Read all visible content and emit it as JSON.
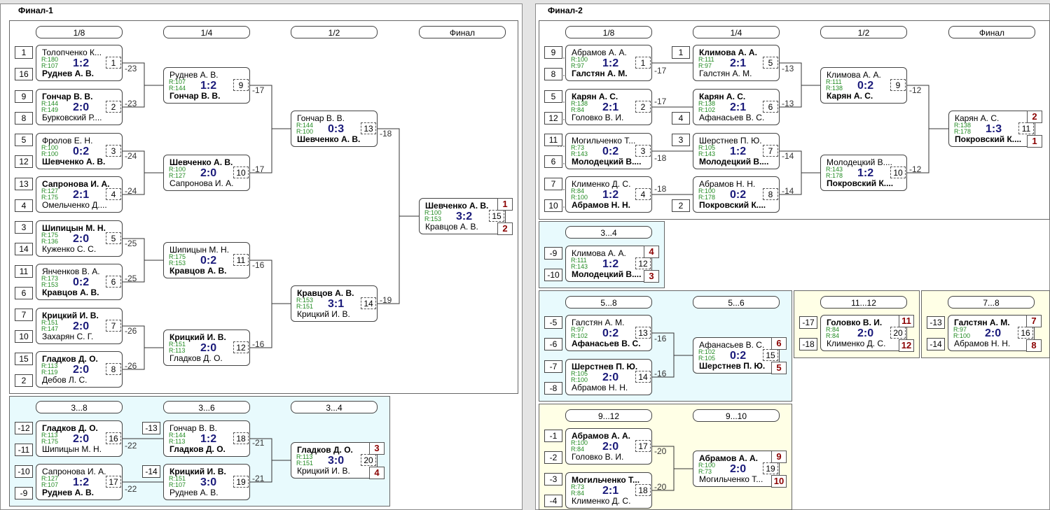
{
  "panels": {
    "left_title": "Финал-1",
    "right_title": "Финал-2"
  },
  "rounds": {
    "r8": "1/8",
    "r4": "1/4",
    "r2": "1/2",
    "final": "Финал",
    "s3_8": "3...8",
    "s3_6": "3...6",
    "s3_4": "3...4",
    "s5_8": "5...8",
    "s5_6": "5...6",
    "s11_12": "11...12",
    "s7_8": "7...8",
    "s9_12": "9...12",
    "s9_10": "9...10"
  },
  "seeds": {
    "l1": "1",
    "l2": "16",
    "l3": "9",
    "l4": "8",
    "l5": "5",
    "l6": "12",
    "l7": "13",
    "l8": "4",
    "l9": "3",
    "l10": "14",
    "l11": "11",
    "l12": "6",
    "l13": "7",
    "l14": "10",
    "l15": "15",
    "l16": "2",
    "lb1": "-12",
    "lb2": "-11",
    "lb3": "-10",
    "lb4": "-9",
    "lb5": "-13",
    "lb6": "-14",
    "r1": "9",
    "r2": "8",
    "r3": "5",
    "r4": "12",
    "r5": "11",
    "r6": "6",
    "r7": "7",
    "r8": "10",
    "rq1": "1",
    "rq2": "4",
    "rq3": "3",
    "rq4": "2",
    "rs1": "-9",
    "rs2": "-10",
    "rm1": "-5",
    "rm2": "-6",
    "rm3": "-7",
    "rm4": "-8",
    "ry1": "-17",
    "ry2": "-18",
    "ry3": "-13",
    "ry4": "-14",
    "rn1": "-1",
    "rn2": "-2",
    "rn3": "-3",
    "rn4": "-4"
  },
  "matches": {
    "m1": {
      "p1": "Толопченко К...",
      "p2": "Руднев А. В.",
      "r1": "R:180",
      "r2": "R:107",
      "score": "1:2",
      "no": "1"
    },
    "m2": {
      "p1": "Гончар В. В.",
      "p2": "Бурковский Р....",
      "r1": "R:144",
      "r2": "R:149",
      "score": "2:0",
      "no": "2"
    },
    "m3": {
      "p1": "Фролов Е. Н.",
      "p2": "Шевченко А. В.",
      "r1": "R:100",
      "r2": "R:100",
      "score": "0:2",
      "no": "3"
    },
    "m4": {
      "p1": "Сапронова И. А.",
      "p2": "Омельченко Д....",
      "r1": "R:127",
      "r2": "R:175",
      "score": "2:1",
      "no": "4"
    },
    "m5": {
      "p1": "Шипицын М. Н.",
      "p2": "Куженко С. С.",
      "r1": "R:175",
      "r2": "R:136",
      "score": "2:0",
      "no": "5"
    },
    "m6": {
      "p1": "Янченков В. А.",
      "p2": "Кравцов А. В.",
      "r1": "R:173",
      "r2": "R:153",
      "score": "0:2",
      "no": "6"
    },
    "m7": {
      "p1": "Крицкий И. В.",
      "p2": "Захарян С. Г.",
      "r1": "R:151",
      "r2": "R:147",
      "score": "2:0",
      "no": "7"
    },
    "m8": {
      "p1": "Гладков Д. О.",
      "p2": "Дебов Л. С.",
      "r1": "R:113",
      "r2": "R:119",
      "score": "2:0",
      "no": "8"
    },
    "m9": {
      "p1": "Руднев А. В.",
      "p2": "Гончар В. В.",
      "r1": "R:107",
      "r2": "R:144",
      "score": "1:2",
      "no": "9"
    },
    "m10": {
      "p1": "Шевченко А. В.",
      "p2": "Сапронова И. А.",
      "r1": "R:100",
      "r2": "R:127",
      "score": "2:0",
      "no": "10"
    },
    "m11": {
      "p1": "Шипицын М. Н.",
      "p2": "Кравцов А. В.",
      "r1": "R:175",
      "r2": "R:153",
      "score": "0:2",
      "no": "11"
    },
    "m12": {
      "p1": "Крицкий И. В.",
      "p2": "Гладков Д. О.",
      "r1": "R:151",
      "r2": "R:113",
      "score": "2:0",
      "no": "12"
    },
    "m13": {
      "p1": "Гончар В. В.",
      "p2": "Шевченко А. В.",
      "r1": "R:144",
      "r2": "R:100",
      "score": "0:3",
      "no": "13"
    },
    "m14": {
      "p1": "Кравцов А. В.",
      "p2": "Крицкий И. В.",
      "r1": "R:153",
      "r2": "R:151",
      "score": "3:1",
      "no": "14"
    },
    "m15": {
      "p1": "Шевченко А. В.",
      "p2": "Кравцов А. В.",
      "r1": "R:100",
      "r2": "R:153",
      "score": "3:2",
      "no": "15"
    },
    "m16": {
      "p1": "Гладков Д. О.",
      "p2": "Шипицын М. Н.",
      "r1": "R:113",
      "r2": "R:175",
      "score": "2:0",
      "no": "16"
    },
    "m17": {
      "p1": "Сапронова И. А.",
      "p2": "Руднев А. В.",
      "r1": "R:127",
      "r2": "R:107",
      "score": "1:2",
      "no": "17"
    },
    "m18": {
      "p1": "Гончар В. В.",
      "p2": "Гладков Д. О.",
      "r1": "R:144",
      "r2": "R:113",
      "score": "1:2",
      "no": "18"
    },
    "m19": {
      "p1": "Крицкий И. В.",
      "p2": "Руднев А. В.",
      "r1": "R:151",
      "r2": "R:107",
      "score": "3:0",
      "no": "19"
    },
    "m20": {
      "p1": "Гладков Д. О.",
      "p2": "Крицкий И. В.",
      "r1": "R:113",
      "r2": "R:151",
      "score": "3:0",
      "no": "20"
    },
    "n1": {
      "p1": "Абрамов А. А.",
      "p2": "Галстян А. М.",
      "r1": "R:100",
      "r2": "R:97",
      "score": "1:2",
      "no": "1"
    },
    "n2": {
      "p1": "Карян А. С.",
      "p2": "Головко В. И.",
      "r1": "R:138",
      "r2": "R:84",
      "score": "2:1",
      "no": "2"
    },
    "n3": {
      "p1": "Могильченко Т...",
      "p2": "Молодецкий В....",
      "r1": "R:73",
      "r2": "R:143",
      "score": "0:2",
      "no": "3"
    },
    "n4": {
      "p1": "Клименко Д. С.",
      "p2": "Абрамов Н. Н.",
      "r1": "R:84",
      "r2": "R:100",
      "score": "1:2",
      "no": "4"
    },
    "n5": {
      "p1": "Климова А. А.",
      "p2": "Галстян А. М.",
      "r1": "R:111",
      "r2": "R:97",
      "score": "2:1",
      "no": "5"
    },
    "n6": {
      "p1": "Карян А. С.",
      "p2": "Афанасьев В. С.",
      "r1": "R:138",
      "r2": "R:102",
      "score": "2:1",
      "no": "6"
    },
    "n7": {
      "p1": "Шерстнев П. Ю.",
      "p2": "Молодецкий В....",
      "r1": "R:105",
      "r2": "R:143",
      "score": "1:2",
      "no": "7"
    },
    "n8": {
      "p1": "Абрамов Н. Н.",
      "p2": "Покровский К....",
      "r1": "R:100",
      "r2": "R:178",
      "score": "0:2",
      "no": "8"
    },
    "n9": {
      "p1": "Климова А. А.",
      "p2": "Карян А. С.",
      "r1": "R:111",
      "r2": "R:138",
      "score": "0:2",
      "no": "9"
    },
    "n10": {
      "p1": "Молодецкий В....",
      "p2": "Покровский К....",
      "r1": "R:143",
      "r2": "R:178",
      "score": "1:2",
      "no": "10"
    },
    "n11": {
      "p1": "Карян А. С.",
      "p2": "Покровский К....",
      "r1": "R:138",
      "r2": "R:178",
      "score": "1:3",
      "no": "11"
    },
    "n12": {
      "p1": "Климова А. А.",
      "p2": "Молодецкий В....",
      "r1": "R:111",
      "r2": "R:143",
      "score": "1:2",
      "no": "12"
    },
    "n13": {
      "p1": "Галстян А. М.",
      "p2": "Афанасьев В. С.",
      "r1": "R:97",
      "r2": "R:102",
      "score": "0:2",
      "no": "13"
    },
    "n14": {
      "p1": "Шерстнев П. Ю.",
      "p2": "Абрамов Н. Н.",
      "r1": "R:105",
      "r2": "R:100",
      "score": "2:0",
      "no": "14"
    },
    "n15": {
      "p1": "Афанасьев В. С.",
      "p2": "Шерстнев П. Ю.",
      "r1": "R:102",
      "r2": "R:105",
      "score": "0:2",
      "no": "15"
    },
    "n16": {
      "p1": "Галстян А. М.",
      "p2": "Абрамов Н. Н.",
      "r1": "R:97",
      "r2": "R:100",
      "score": "2:0",
      "no": "16"
    },
    "n17": {
      "p1": "Абрамов А. А.",
      "p2": "Головко В. И.",
      "r1": "R:100",
      "r2": "R:84",
      "score": "2:0",
      "no": "17"
    },
    "n18": {
      "p1": "Могильченко Т...",
      "p2": "Клименко Д. С.",
      "r1": "R:73",
      "r2": "R:84",
      "score": "2:1",
      "no": "18"
    },
    "n19": {
      "p1": "Абрамов А. А.",
      "p2": "Могильченко Т...",
      "r1": "R:100",
      "r2": "R:73",
      "score": "2:0",
      "no": "19"
    },
    "n20": {
      "p1": "Головко В. И.",
      "p2": "Клименко Д. С.",
      "r1": "R:84",
      "r2": "R:84",
      "score": "2:0",
      "no": "20"
    }
  },
  "places": {
    "m15a": "1",
    "m15b": "2",
    "m20a": "3",
    "m20b": "4",
    "n11a": "2",
    "n11b": "1",
    "n12a": "4",
    "n12b": "3",
    "n15a": "6",
    "n15b": "5",
    "n20a": "11",
    "n20b": "12",
    "n16a": "7",
    "n16b": "8",
    "n19a": "9",
    "n19b": "10"
  },
  "loser_labels": {
    "m1": "-23",
    "m2": "-23",
    "m3": "-24",
    "m4": "-24",
    "m5": "-25",
    "m6": "-25",
    "m7": "-26",
    "m8": "-26",
    "m9": "-17",
    "m10": "-17",
    "m11": "-16",
    "m12": "-16",
    "m13": "-18",
    "m14": "-19",
    "m16": "-22",
    "m17": "-22",
    "m18": "-21",
    "m19": "-21",
    "n1": "-17",
    "n2": "-17",
    "n3": "-18",
    "n4": "-18",
    "n5": "-13",
    "n6": "-13",
    "n7": "-14",
    "n8": "-14",
    "n9": "-12",
    "n10": "-12",
    "n13": "-16",
    "n14": "-16",
    "n17": "-20",
    "n18": "-20"
  }
}
